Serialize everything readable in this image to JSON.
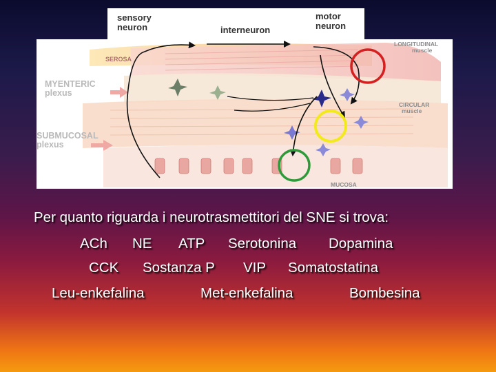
{
  "diagram": {
    "top_labels": {
      "sensory_neuron": [
        "sensory",
        "neuron"
      ],
      "interneuron": "interneuron",
      "motor_neuron": [
        "motor",
        "neuron"
      ]
    },
    "layer_labels": {
      "serosa": "SEROSA",
      "longitudinal_muscle": [
        "LONGITUDINAL",
        "muscle"
      ],
      "myenteric_plexus": [
        "MYENTERIC",
        "plexus"
      ],
      "circular_muscle": [
        "CIRCULAR",
        "muscle"
      ],
      "submucosal_plexus": [
        "SUBMUCOSAL",
        "plexus"
      ],
      "mucosa": "MUCOSA"
    },
    "highlight_colors": {
      "longitudinal_circle": "#d42020",
      "circular_circle": "#f2ea1c",
      "mucosa_circle": "#2f9a3a"
    }
  },
  "slide": {
    "intro": "Per quanto riguarda i neurotrasmettitori del SNE si trova:",
    "row1": [
      "ACh",
      "NE",
      "ATP",
      "Serotonina",
      "Dopamina"
    ],
    "row2": [
      "CCK",
      "Sostanza P",
      "VIP",
      "Somatostatina"
    ],
    "row3": [
      "Leu-enkefalina",
      "Met-enkefalina",
      "Bombesina"
    ]
  }
}
